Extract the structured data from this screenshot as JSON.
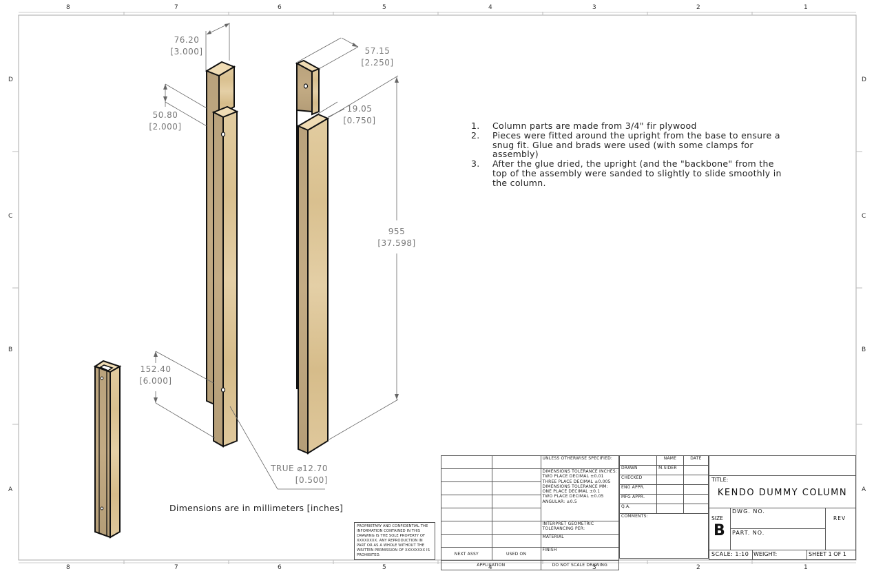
{
  "sheet": {
    "zones_top": [
      "8",
      "7",
      "6",
      "5",
      "4",
      "3",
      "2",
      "1"
    ],
    "zones_bottom": [
      "8",
      "7",
      "6",
      "5",
      "4",
      "3",
      "2",
      "1"
    ],
    "zones_left": [
      "D",
      "C",
      "B",
      "A"
    ],
    "zones_right": [
      "D",
      "C",
      "B",
      "A"
    ]
  },
  "dimensions": {
    "d1": {
      "mm": "76.20",
      "in": "[3.000]"
    },
    "d2": {
      "mm": "50.80",
      "in": "[2.000]"
    },
    "d3": {
      "mm": "57.15",
      "in": "[2.250]"
    },
    "d4": {
      "mm": "19.05",
      "in": "[0.750]"
    },
    "d5": {
      "mm": "955",
      "in": "[37.598]"
    },
    "d6": {
      "mm": "152.40",
      "in": "[6.000]"
    },
    "d7": {
      "mm": "TRUE ⌀12.70",
      "in": "[0.500]"
    }
  },
  "notes": [
    {
      "num": "1.",
      "text": "Column parts are made from 3/4\" fir plywood"
    },
    {
      "num": "2.",
      "text": "Pieces were fitted around the upright from the base to ensure a snug fit. Glue and brads were used (with some clamps for assembly)"
    },
    {
      "num": "3.",
      "text": "After the glue dried, the upright (and the \"backbone\" from the top of the assembly were sanded to slightly to slide smoothly in the column."
    }
  ],
  "units_note": "Dimensions are in millimeters [inches]",
  "title_block": {
    "proprietary": "PROPRIETARY AND CONFIDENTIAL THE INFORMATION CONTAINED IN THIS DRAWING IS THE SOLE PROPERTY OF XXXXXXXX. ANY REPRODUCTION IN PART OR AS A WHOLE WITHOUT THE WRITTEN PERMISSION OF XXXXXXXX IS PROHIBITED.",
    "next_assy": "NEXT ASSY",
    "used_on": "USED ON",
    "application": "APPLICATION",
    "unless": "UNLESS OTHERWISE SPECIFIED:",
    "tolerances": [
      "DIMENSIONS TOLERANCE INCHES:",
      "TWO PLACE DECIMAL    ±0.01",
      "THREE PLACE DECIMAL  ±0.005",
      "DIMENSIONS TOLERANCE MM:",
      "ONE PLACE DECIMAL    ±0.1",
      "TWO PLACE DECIMAL    ±0.05",
      "ANGULAR: ±0.5"
    ],
    "interpret": "INTERPRET GEOMETRIC TOLERANCING PER:",
    "material": "MATERIAL",
    "finish": "FINISH",
    "do_not_scale": "DO NOT SCALE DRAWING",
    "name_hdr": "NAME",
    "date_hdr": "DATE",
    "rows": [
      {
        "label": "DRAWN",
        "name": "M.SIDER",
        "date": ""
      },
      {
        "label": "CHECKED",
        "name": "",
        "date": ""
      },
      {
        "label": "ENG APPR.",
        "name": "",
        "date": ""
      },
      {
        "label": "MFG APPR.",
        "name": "",
        "date": ""
      },
      {
        "label": "Q.A.",
        "name": "",
        "date": ""
      }
    ],
    "comments": "COMMENTS:",
    "title_label": "TITLE:",
    "title": "KENDO DUMMY COLUMN",
    "size_label": "SIZE",
    "size": "B",
    "dwg_no": "DWG.  NO.",
    "part_no": "PART.  NO.",
    "rev": "REV",
    "scale": "SCALE: 1:10",
    "weight": "WEIGHT:",
    "sheet": "SHEET 1 OF 1"
  }
}
